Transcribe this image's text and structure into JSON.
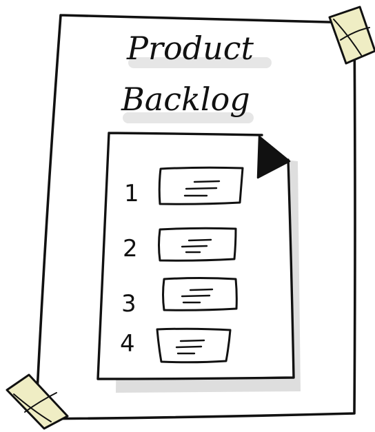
{
  "title": {
    "line1": "Product",
    "line2": "Backlog"
  },
  "items": [
    {
      "number": "1"
    },
    {
      "number": "2"
    },
    {
      "number": "3"
    },
    {
      "number": "4"
    }
  ],
  "colors": {
    "ink": "#111111",
    "tape_fill": "#efedc4",
    "shadow": "#dcdcdc",
    "paper": "#ffffff"
  },
  "icons": {
    "tape": "tape-icon",
    "folded_corner": "folded-corner-icon",
    "text_lines": "text-lines-icon"
  }
}
